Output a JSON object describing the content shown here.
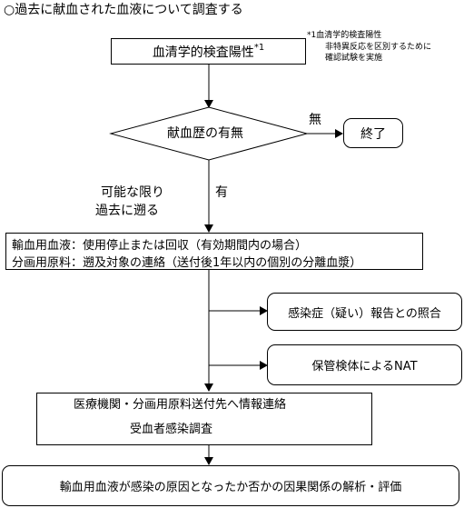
{
  "title": "○過去に献血された血液について調査する",
  "nodes": {
    "serology": "血清学的検査陽性",
    "serology_mark": "*1",
    "history_question": "献血歴の有無",
    "end": "終了",
    "action_line1": "輸血用血液：使用停止または回収（有効期間内の場合）",
    "action_line2": "分画用原料：遡及対象の連絡（送付後1年以内の個別の分離血漿）",
    "check_reports": "感染症（疑い）報告との照合",
    "nat": "保管検体によるNAT",
    "notify_line1": "医療機関・分画用原料送付先へ情報連絡",
    "notify_line2": "受血者感染調査",
    "analysis": "輸血用血液が感染の原因となったか否かの因果関係の解析・評価"
  },
  "edges": {
    "no": "無",
    "yes": "有",
    "back_line1": "可能な限り",
    "back_line2": "過去に遡る"
  },
  "footnote": {
    "line1": "*1血清学的検査陽性",
    "line2": "非特異反応を区別するために",
    "line3": "確認試験を実施"
  }
}
